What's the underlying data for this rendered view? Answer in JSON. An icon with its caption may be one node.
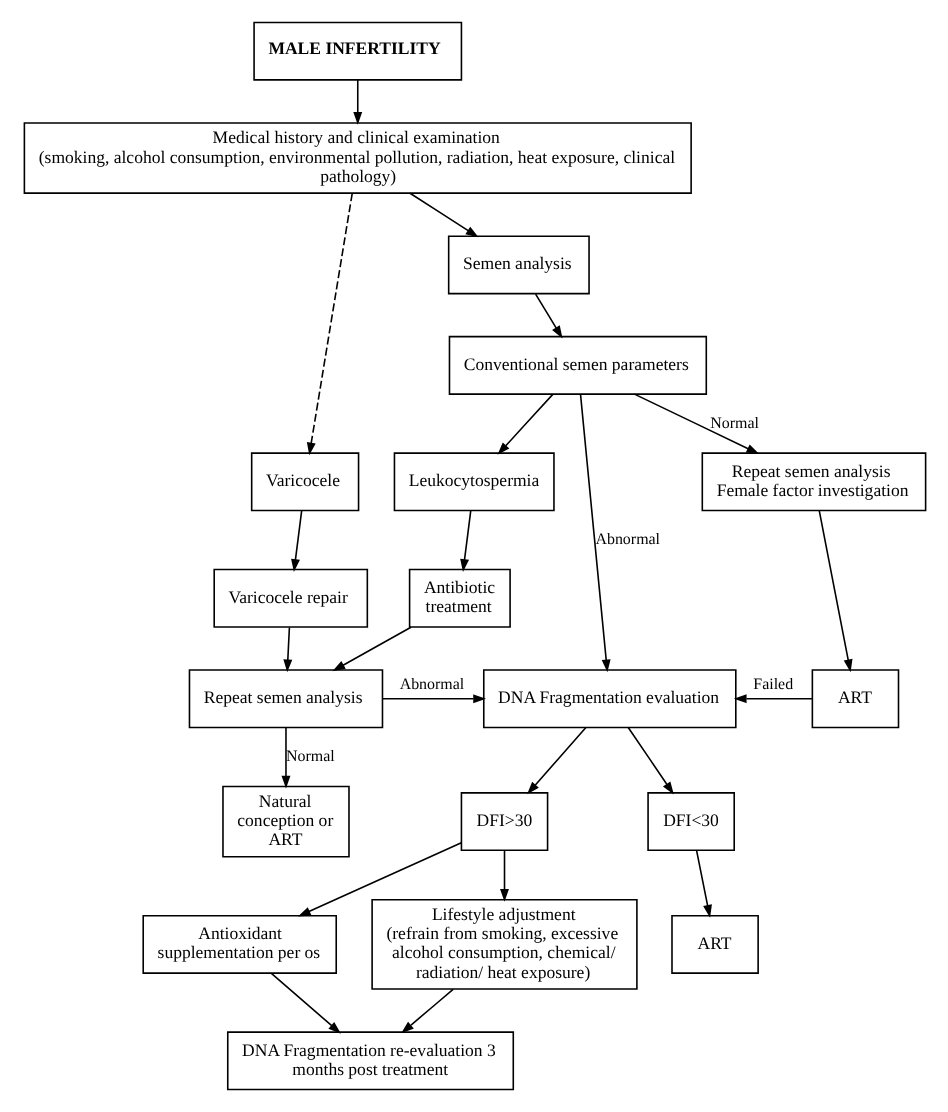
{
  "diagram": {
    "nodes": [
      {
        "text": [
          "MALE INFERTILITY"
        ]
      },
      {
        "text": [
          "Medical history and clinical examination",
          "(smoking, alcohol consumption, environmental pollution, radiation, heat exposure, clinical pathology)"
        ]
      },
      {
        "text": [
          "Semen analysis"
        ]
      },
      {
        "text": [
          "Conventional semen parameters"
        ]
      },
      {
        "text": [
          "Leukocytospermia"
        ]
      },
      {
        "text": [
          "Varicocele"
        ]
      },
      {
        "text": [
          "Repeat semen analysis",
          "Female factor investigation"
        ]
      },
      {
        "text": [
          "Antibiotic treatment"
        ]
      },
      {
        "text": [
          "Varicocele repair"
        ]
      },
      {
        "text": [
          "Repeat semen analysis"
        ]
      },
      {
        "text": [
          "DNA Fragmentation evaluation"
        ]
      },
      {
        "text": [
          "ART"
        ]
      },
      {
        "text": [
          "Natural conception or ART"
        ]
      },
      {
        "text": [
          "DFI<30"
        ]
      },
      {
        "text": [
          "DFI>30"
        ]
      },
      {
        "text": [
          "ART"
        ]
      },
      {
        "text": [
          "Antioxidant supplementation per os"
        ]
      },
      {
        "text": [
          "Lifestyle adjustment",
          "(refrain from smoking, excessive alcohol consumption, chemical/ radiation/ heat exposure)"
        ]
      },
      {
        "text": [
          "DNA Fragmentation re-evaluation 3 months post treatment"
        ]
      }
    ],
    "edges": [
      {
        "from": 0,
        "to": 1,
        "arrow": "to"
      },
      {
        "from": 1,
        "to": 2,
        "arrow": "to"
      },
      {
        "from": 1,
        "to": 5,
        "arrow": "to",
        "style": "dashed"
      },
      {
        "from": 2,
        "to": 3,
        "arrow": "to"
      },
      {
        "from": 3,
        "to": 4,
        "arrow": "to"
      },
      {
        "from": 3,
        "to": 10,
        "arrow": "to",
        "label": "Abnormal"
      },
      {
        "from": 3,
        "to": 6,
        "arrow": "to",
        "label": "Normal"
      },
      {
        "from": 4,
        "to": 7,
        "arrow": "to"
      },
      {
        "from": 5,
        "to": 8,
        "arrow": "to"
      },
      {
        "from": 7,
        "to": 9,
        "arrow": "to"
      },
      {
        "from": 8,
        "to": 9,
        "arrow": "to"
      },
      {
        "from": 6,
        "to": 11,
        "arrow": "to"
      },
      {
        "from": 9,
        "to": 10,
        "arrow": "to",
        "label": "Abnormal"
      },
      {
        "from": 11,
        "to": 10,
        "arrow": "to",
        "label": "Failed"
      },
      {
        "from": 9,
        "to": 12,
        "arrow": "to",
        "label": "Normal"
      },
      {
        "from": 10,
        "to": 13,
        "arrow": "to"
      },
      {
        "from": 10,
        "to": 14,
        "arrow": "to"
      },
      {
        "from": 13,
        "to": 15,
        "arrow": "to"
      },
      {
        "from": 14,
        "to": 16,
        "arrow": "to"
      },
      {
        "from": 14,
        "to": 17,
        "arrow": "to"
      },
      {
        "from": 16,
        "to": 18,
        "arrow": "to"
      },
      {
        "from": 17,
        "to": 18,
        "arrow": "to"
      }
    ]
  }
}
